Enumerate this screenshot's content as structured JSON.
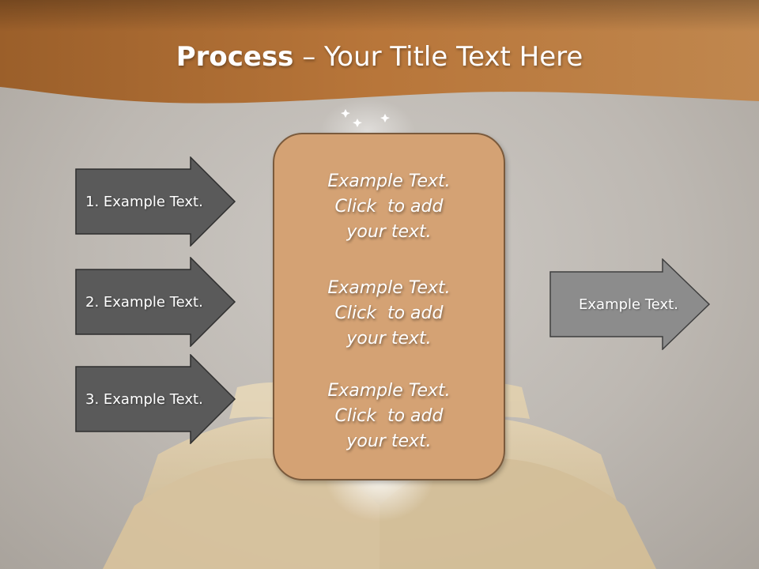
{
  "header": {
    "title_bold": "Process",
    "title_rest": " – Your Title Text Here"
  },
  "left_arrows": [
    {
      "label": "1. Example Text."
    },
    {
      "label": "2. Example Text."
    },
    {
      "label": "3. Example Text."
    }
  ],
  "center_box": {
    "blocks": [
      {
        "lines": [
          "Example Text.",
          "Click  to add",
          "your text."
        ]
      },
      {
        "lines": [
          "Example Text.",
          "Click  to add",
          "your text."
        ]
      },
      {
        "lines": [
          "Example Text.",
          "Click  to add",
          "your text."
        ]
      }
    ]
  },
  "right_arrow": {
    "label": "Example Text."
  },
  "colors": {
    "header_band": "#b8763a",
    "left_arrow_fill": "#5a5a5a",
    "right_arrow_fill": "#8c8c8c",
    "box_fill": "#d4a274",
    "box_border": "#7a5a3c"
  }
}
